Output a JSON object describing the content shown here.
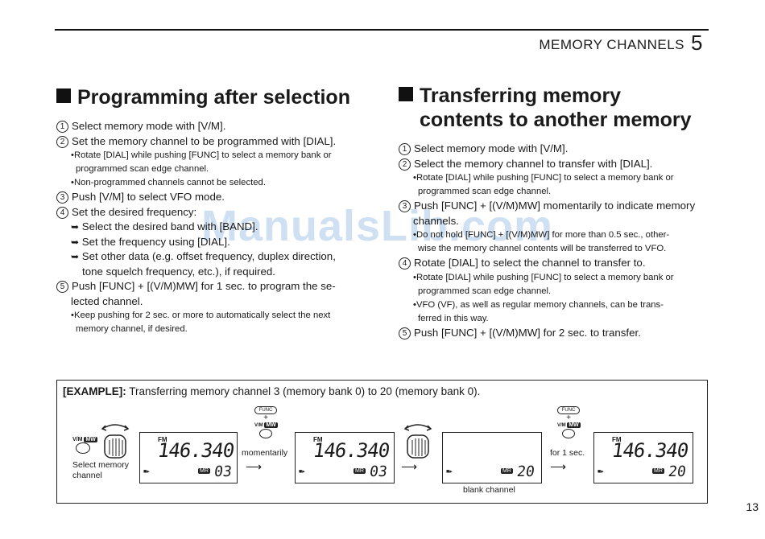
{
  "header": {
    "section_title": "MEMORY CHANNELS",
    "section_number": "5"
  },
  "watermark": "ManualsLib.com",
  "left": {
    "title": "Programming after selection",
    "steps": [
      {
        "num": "1",
        "text": "Select memory mode with [V/M]."
      },
      {
        "num": "2",
        "text": "Set the memory channel to be programmed with [DIAL]."
      },
      {
        "num": "3",
        "text": "Push [V/M] to select VFO mode."
      },
      {
        "num": "4",
        "text": "Set the desired frequency:"
      },
      {
        "num": "5",
        "text": "Push [FUNC] + [(V/M)MW] for 1 sec. to program the se-"
      }
    ],
    "step2_subs": [
      "•Rotate [DIAL] while pushing [FUNC] to select a memory bank or",
      "programmed scan edge channel.",
      "•Non-programmed channels cannot be selected."
    ],
    "step4_subs": [
      "Select the desired band with [BAND].",
      "Set the frequency using [DIAL].",
      "Set other data (e.g. offset frequency, duplex direction,",
      "tone squelch frequency, etc.), if required."
    ],
    "step5_cont": "lected channel.",
    "step5_subs": [
      "•Keep pushing for 2 sec. or more to automatically select the next",
      "memory channel, if desired."
    ]
  },
  "right": {
    "title_line1": "Transferring memory",
    "title_line2": "contents to another memory",
    "steps": [
      {
        "num": "1",
        "text": "Select memory mode with [V/M]."
      },
      {
        "num": "2",
        "text": "Select the memory channel to transfer with [DIAL]."
      },
      {
        "num": "3",
        "text": "Push [FUNC] + [(V/M)MW] momentarily to indicate memory"
      },
      {
        "num": "4",
        "text": "Rotate [DIAL] to select the channel to transfer to."
      },
      {
        "num": "5",
        "text": "Push [FUNC] + [(V/M)MW] for 2 sec. to transfer."
      }
    ],
    "step2_subs": [
      "•Rotate [DIAL] while pushing [FUNC] to select a memory bank or",
      "programmed scan edge channel."
    ],
    "step3_cont": "channels.",
    "step3_subs": [
      "•Do not hold [FUNC] + [(V/M)MW] for more than 0.5 sec., other-",
      "wise the memory channel contents will be transferred to VFO."
    ],
    "step4_subs": [
      "•Rotate [DIAL] while pushing [FUNC] to select a memory bank or",
      "programmed scan edge channel.",
      "•VFO (VF), as well as regular memory channels, can be trans-",
      "ferred in this way."
    ]
  },
  "example": {
    "label": "[EXAMPLE]:",
    "text": " Transferring memory channel 3 (memory bank 0) to 20 (memory bank 0).",
    "caption_select": [
      "Select memory",
      "channel"
    ],
    "caption_momentarily": "momentarily",
    "caption_blank": "blank channel",
    "caption_1sec": "for 1 sec.",
    "plus": "+",
    "func_label": "FUNC",
    "vm_label": "V/M",
    "mw_label": "MW",
    "mr_label": "MR",
    "fm_label": "FM",
    "lcd1": {
      "freq": "146.340",
      "ch": "03"
    },
    "lcd2": {
      "freq": "146.340",
      "ch": "03"
    },
    "lcd3": {
      "freq": "",
      "ch": "20"
    },
    "lcd4": {
      "freq": "146.340",
      "ch": "20"
    }
  },
  "page_number": "13"
}
